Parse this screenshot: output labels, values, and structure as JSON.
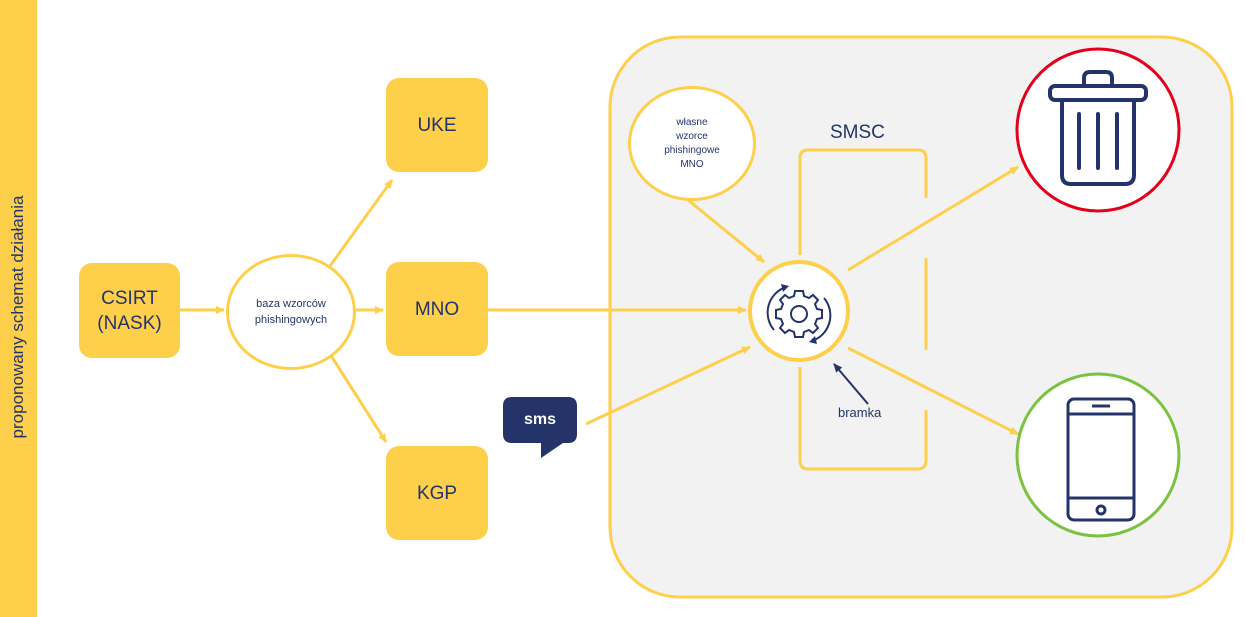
{
  "sidebar": {
    "label": "proponowany schemat działania"
  },
  "nodes": {
    "csirt": "CSIRT\n(NASK)",
    "baza": "baza wzorców\nphishingowych",
    "uke": "UKE",
    "mno": "MNO",
    "kgp": "KGP",
    "sms": "sms",
    "wlasne": "własne\nwzorce\nphishingowe\nMNO",
    "smsc": "SMSC",
    "bramka": "bramka"
  },
  "colors": {
    "accent": "#fdcf4b",
    "navy": "#24346b",
    "panel": "#f2f2f2",
    "trash_ring": "#e3001b",
    "phone_ring": "#7cc242"
  },
  "icons": [
    "gear-icon",
    "trash-icon",
    "phone-icon",
    "sms-bubble-icon"
  ]
}
